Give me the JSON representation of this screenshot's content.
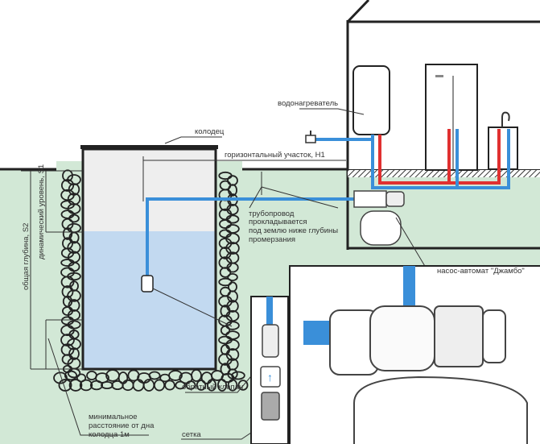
{
  "labels": {
    "well": "колодец",
    "water_heater": "водонагреватель",
    "horizontal_section": "горизонтальный участок, H1",
    "pipeline_1": "трубопровод",
    "pipeline_2": "прокладывается",
    "pipeline_3": "под землю ниже глубины",
    "pipeline_4": "промерзания",
    "total_depth": "общая глубина, S2",
    "dynamic_level": "динамический уровень, S1",
    "pump": "насос-автомат \"Джамбо\"",
    "min_distance_1": "минимальное",
    "min_distance_2": "расстояние от дна",
    "min_distance_3": "колодца 1м",
    "check_valve": "обратный клапан",
    "mesh": "сетка"
  },
  "colors": {
    "ground": "#d2e8d6",
    "water": "#c2d9f0",
    "cold_pipe": "#3a8fd9",
    "hot_pipe": "#e03030"
  }
}
